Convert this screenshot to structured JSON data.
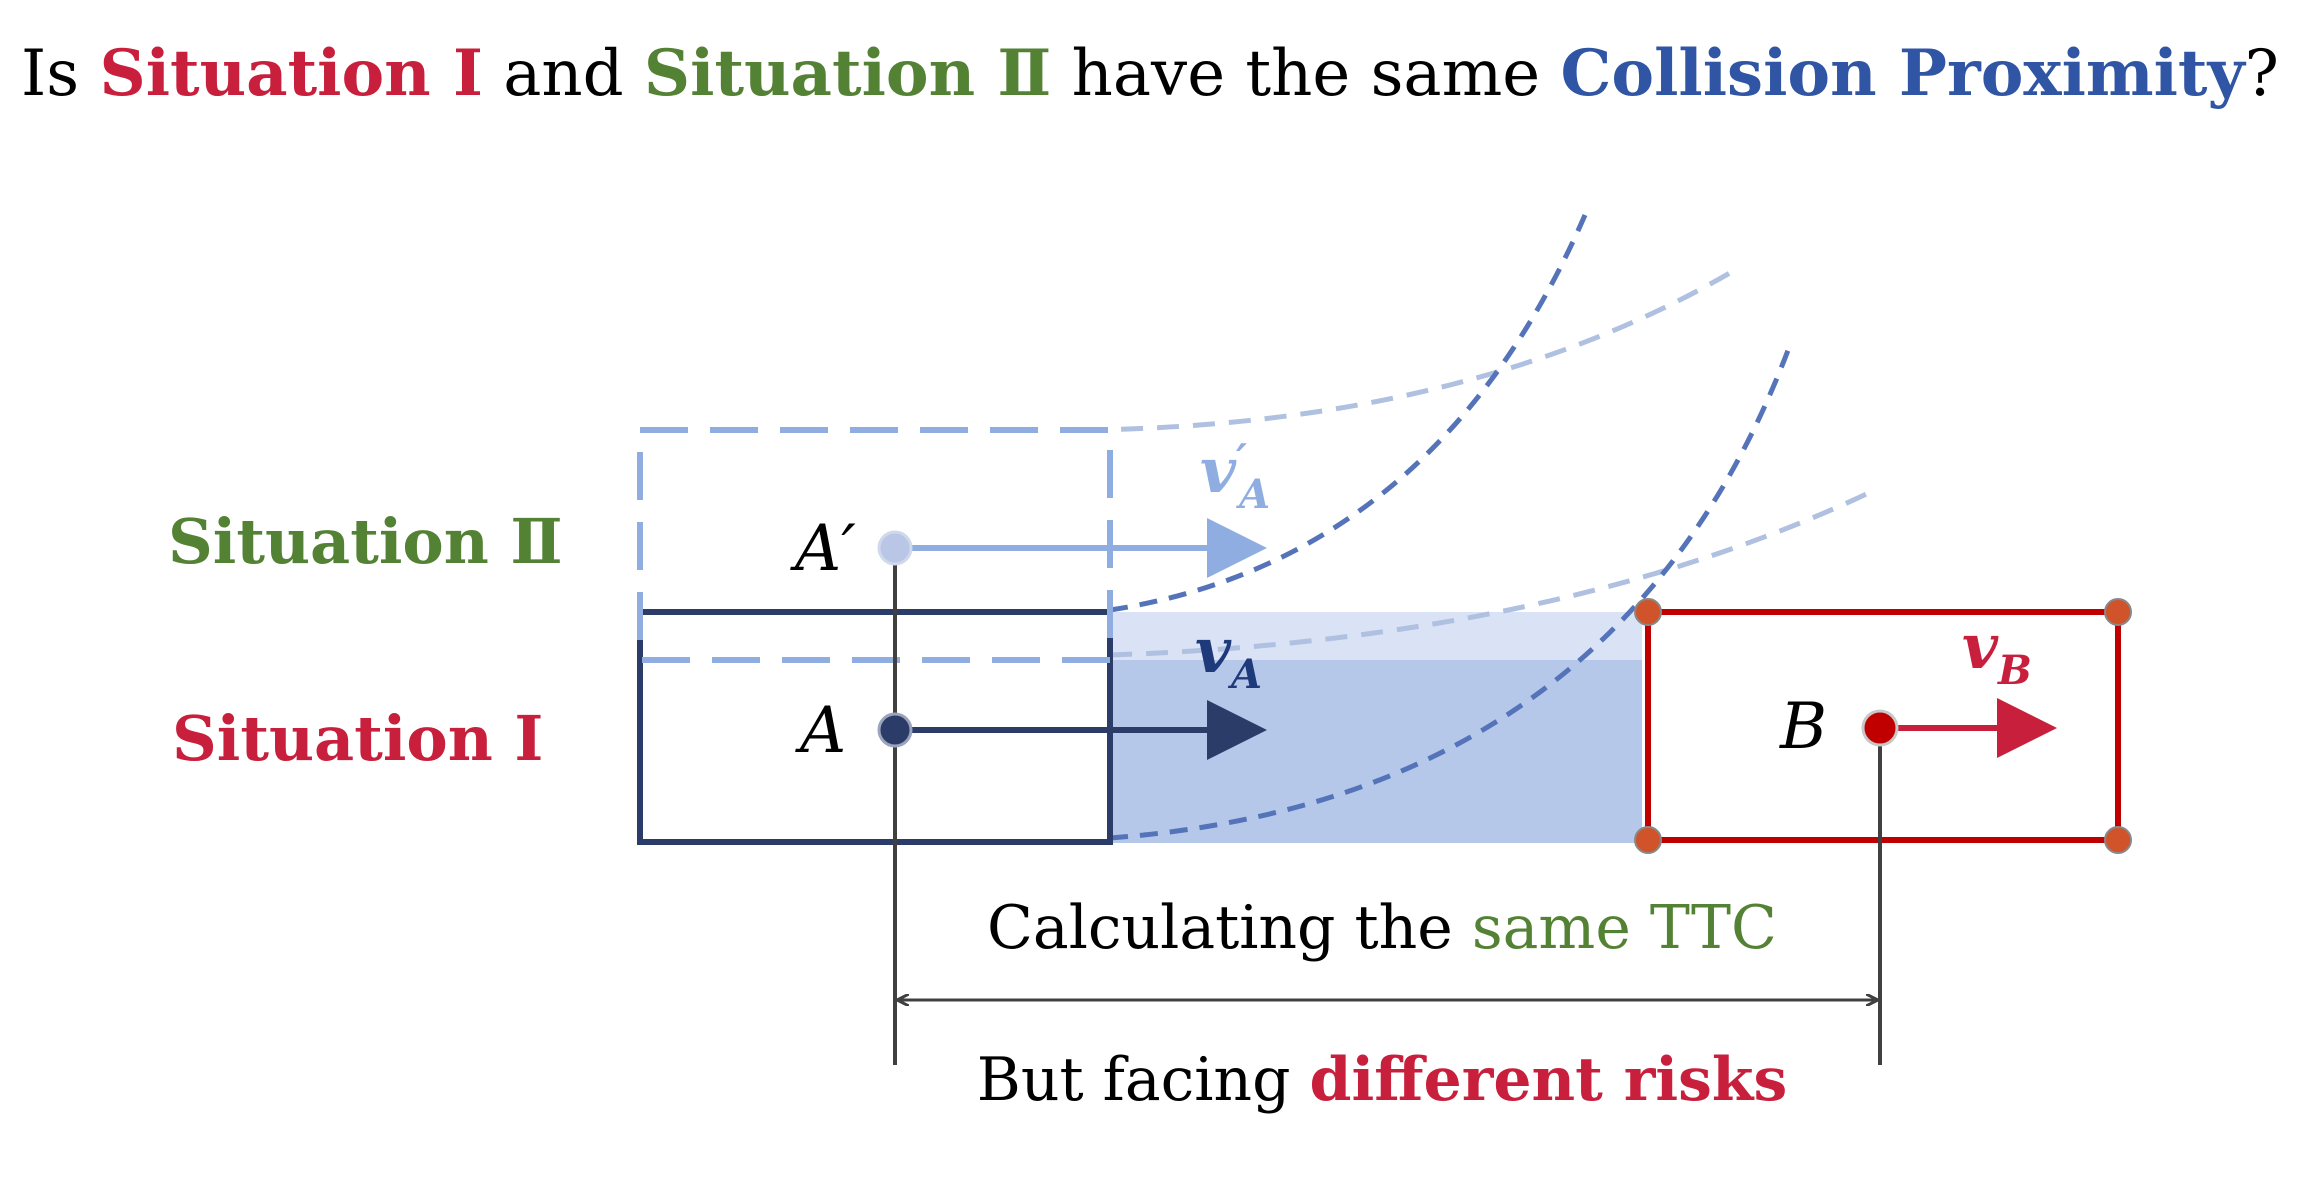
{
  "title": {
    "prefix": "Is ",
    "situation1": "Situation Ⅰ",
    "and": " and ",
    "situation2": "Situation Ⅱ",
    "middle": " have the same ",
    "collision_proximity": "Collision Proximity",
    "suffix": "?"
  },
  "labels": {
    "situation2": "Situation Ⅱ",
    "situation1": "Situation Ⅰ",
    "point_a_prime": "A′",
    "point_a": "A",
    "point_b": "B",
    "v_a_prime_base": "v",
    "v_a_prime_prime": "′",
    "v_a_prime_sub": "A",
    "v_a_base": "v",
    "v_a_sub": "A",
    "v_b_base": "v",
    "v_b_sub": "B"
  },
  "bottom": {
    "line1_prefix": "Calculating the ",
    "line1_highlight": "same TTC",
    "line2_prefix": "But facing ",
    "line2_highlight": "different risks"
  },
  "colors": {
    "red": "#C8203C",
    "green": "#548235",
    "blue": "#2F55A4",
    "navy": "#2B3C68",
    "light_blue": "#8FADE0",
    "fill_blue": "#B6C8EA",
    "fill_blue_light": "#D9E3F5",
    "box_red": "#C00000",
    "corner_orange": "#D0532A",
    "black": "#000000",
    "gray_line": "#404040"
  }
}
